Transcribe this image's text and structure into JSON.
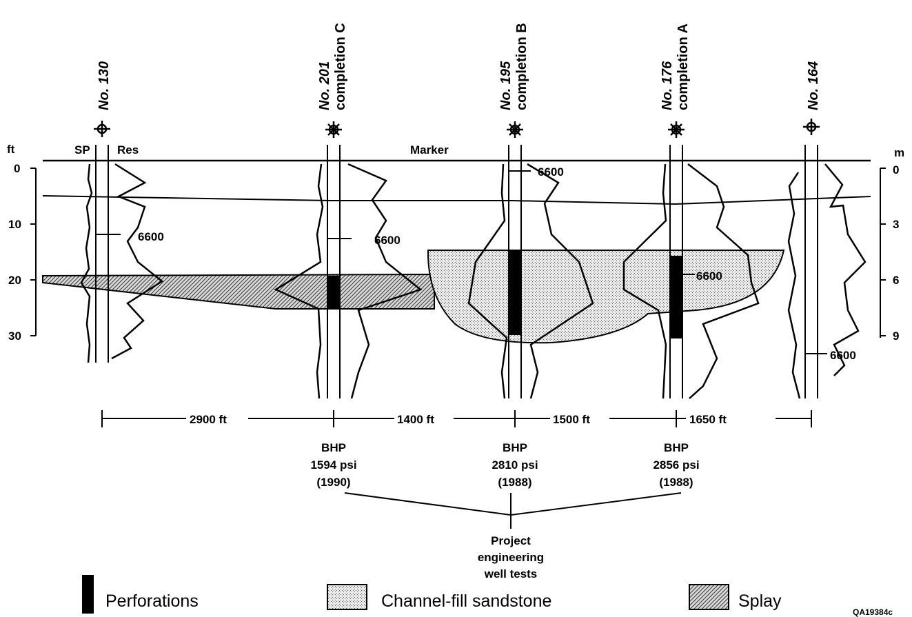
{
  "wells": [
    {
      "name": "No. 130",
      "completion": ""
    },
    {
      "name": "No. 201",
      "completion": "completion C"
    },
    {
      "name": "No. 195",
      "completion": "completion B"
    },
    {
      "name": "No. 176",
      "completion": "completion A"
    },
    {
      "name": "No. 164",
      "completion": ""
    }
  ],
  "log_labels": {
    "sp": "SP",
    "res": "Res",
    "marker": "Marker"
  },
  "depth_axis": {
    "ft_unit": "ft",
    "ft_ticks": [
      "0",
      "10",
      "20",
      "30"
    ],
    "m_unit": "m",
    "m_ticks": [
      "0",
      "3",
      "6",
      "9"
    ]
  },
  "depth_marks": [
    "6600",
    "6600",
    "6600",
    "6600",
    "6600"
  ],
  "distances": [
    "2900 ft",
    "1400 ft",
    "1500 ft",
    "1650 ft"
  ],
  "bhp": [
    {
      "label": "BHP",
      "value": "1594 psi",
      "year": "(1990)"
    },
    {
      "label": "BHP",
      "value": "2810 psi",
      "year": "(1988)"
    },
    {
      "label": "BHP",
      "value": "2856 psi",
      "year": "(1988)"
    }
  ],
  "tests_label": [
    "Project",
    "engineering",
    "well tests"
  ],
  "legend": {
    "perforations": "Perforations",
    "channel": "Channel-fill sandstone",
    "splay": "Splay"
  },
  "figure_id": "QA19384c"
}
